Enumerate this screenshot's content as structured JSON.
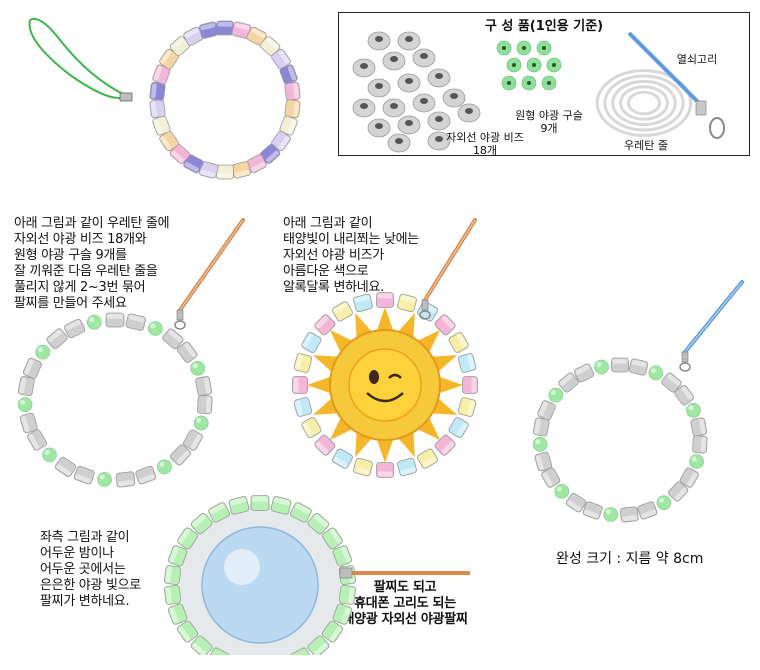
{
  "components": {
    "title": "구 성 품(1인용 기준)",
    "uv_beads_line1": "자외선 야광 비즈",
    "uv_beads_line2": "18개",
    "glow_balls_line1": "원형 야광 구슬",
    "glow_balls_line2": "9개",
    "urethane_cord": "우레탄 줄",
    "key_ring": "열쇠고리"
  },
  "instructions": {
    "step1": [
      "아래 그림과 같이 우레탄 줄에",
      "자외선 야광 비즈 18개와",
      "원형 야광 구슬 9개를",
      "잘 끼워준 다음 우레탄 줄을",
      "풀리지 않게 2~3번 묶어",
      "팔찌를 만들어 주세요"
    ],
    "sunlight": [
      "아래 그림과 같이",
      "태양빛이 내리쬐는 낮에는",
      "자외선 야광 비즈가",
      "아름다운 색으로",
      "알록달록 변하네요."
    ],
    "night": [
      "좌측 그림과 같이",
      "어두운 밤이나",
      "어두운 곳에서는",
      "은은한 야광 빛으로",
      "팔찌가 변하네요."
    ],
    "tagline": [
      "팔찌도 되고",
      "휴대폰 고리도 되는",
      "태양광 자외선 야광팔찌"
    ],
    "finished_size": "완성 크기 : 지름 약 8cm"
  },
  "colors": {
    "grey_bead": "#cfcfcf",
    "glow_green": "#9ee8a4",
    "purple": "#8c86d6",
    "pink": "#f4b6d8",
    "yellow": "#f7eea8",
    "sky": "#bfe9f7",
    "cord_orange": "#d98a4a",
    "cord_blue": "#5e9be0",
    "cord_green": "#3bb54a"
  }
}
